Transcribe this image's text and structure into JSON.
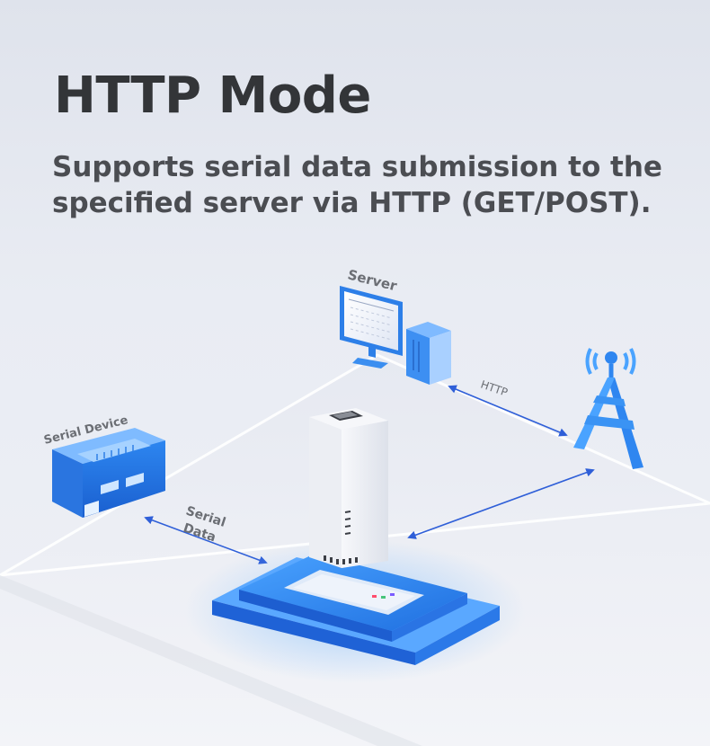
{
  "title": "HTTP Mode",
  "subtitle_lines": [
    "Supports serial data submission to the",
    "specified server via HTTP (GET/POST)."
  ],
  "labels": {
    "server": "Server",
    "http": "HTTP",
    "serial_device": "Serial Device",
    "serial_data_line1": "Serial",
    "serial_data_line2": "Data"
  },
  "colors": {
    "accent_blue": "#2f7fe6",
    "arrow_blue": "#2f5fd8",
    "text_dark": "#333538",
    "text_label": "#6b6e74"
  },
  "icons": [
    "server-computer-icon",
    "antenna-tower-icon",
    "serial-device-icon",
    "gateway-device-icon"
  ]
}
